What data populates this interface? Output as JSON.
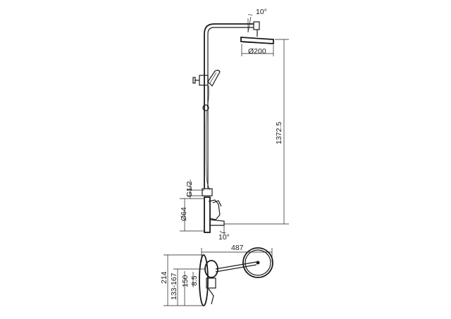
{
  "dimensions": {
    "head_tilt_top": "10°",
    "head_diameter": "Ø200",
    "total_height": "1372.5",
    "inlet_thread": "G1/2",
    "escutcheon_diameter": "Ø64",
    "spout_tilt": "10°",
    "arm_reach": "487",
    "depth_total": "214",
    "inlet_distance": "133-167",
    "depth_150": "150",
    "depth_8_5": "8.5"
  }
}
